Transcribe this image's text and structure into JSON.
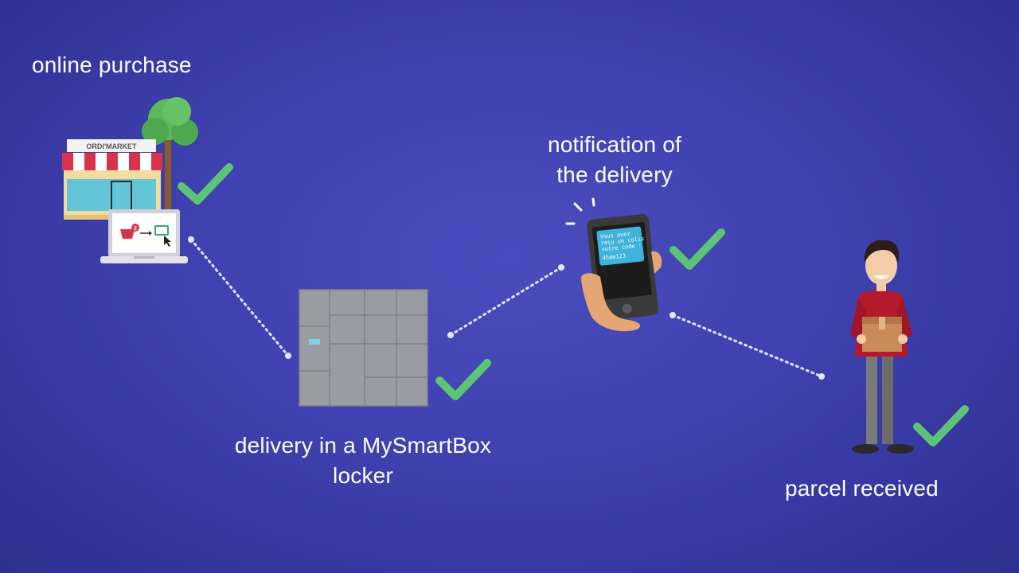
{
  "steps": [
    {
      "label": "online purchase"
    },
    {
      "label_lines": [
        "delivery in a MySmartBox",
        "locker"
      ]
    },
    {
      "label_lines": [
        "notification of",
        "the delivery"
      ]
    },
    {
      "label": "parcel received"
    }
  ],
  "store": {
    "sign": "ORDI'MARKET",
    "cart_badge": "2"
  },
  "phone": {
    "message_lines": [
      "Vous avez",
      "reçu un colis",
      "votre code :",
      "45de123"
    ]
  },
  "colors": {
    "background": "#4244b6",
    "check": "#5cc476",
    "connector": "#e6e8ff",
    "locker": "#9a9ca3",
    "phone_screen": "#3fb3dd"
  }
}
